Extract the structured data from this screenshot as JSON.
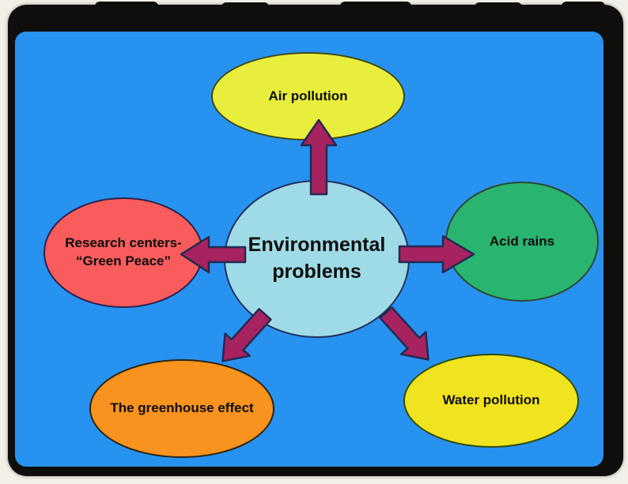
{
  "diagram": {
    "title": "Environmental problems mind map",
    "page_color": "#f1efe8",
    "frame_color": "#0e0e0c",
    "background_color": "#2892f0",
    "arrow_color": "#a62360",
    "arrow_outline": "#232a52",
    "text_color": "#0d0d0d",
    "center": {
      "label": "Environmental problems",
      "label_line1": "Environmental",
      "label_line2": "problems",
      "fill": "#9fdbe6",
      "border": "#223061"
    },
    "nodes": [
      {
        "id": "air-pollution",
        "label": "Air pollution",
        "fill": "#e9ee3d",
        "border": "#3c4a16",
        "position": "top"
      },
      {
        "id": "acid-rains",
        "label": "Acid rains",
        "fill": "#29b470",
        "border": "#2b4a33",
        "position": "right"
      },
      {
        "id": "water-pollution",
        "label": "Water pollution",
        "fill": "#f0e31f",
        "border": "#2e4d0f",
        "position": "bottom-right"
      },
      {
        "id": "greenhouse-effect",
        "label": "The greenhouse effect",
        "fill": "#f7931e",
        "border": "#2e2313",
        "position": "bottom-left"
      },
      {
        "id": "research-centers",
        "label": "Research centers- “Green Peace”",
        "label_line1": "Research centers-",
        "label_line2": "“Green Peace”",
        "fill": "#f85c5c",
        "border": "#2b2150",
        "position": "left"
      }
    ]
  }
}
